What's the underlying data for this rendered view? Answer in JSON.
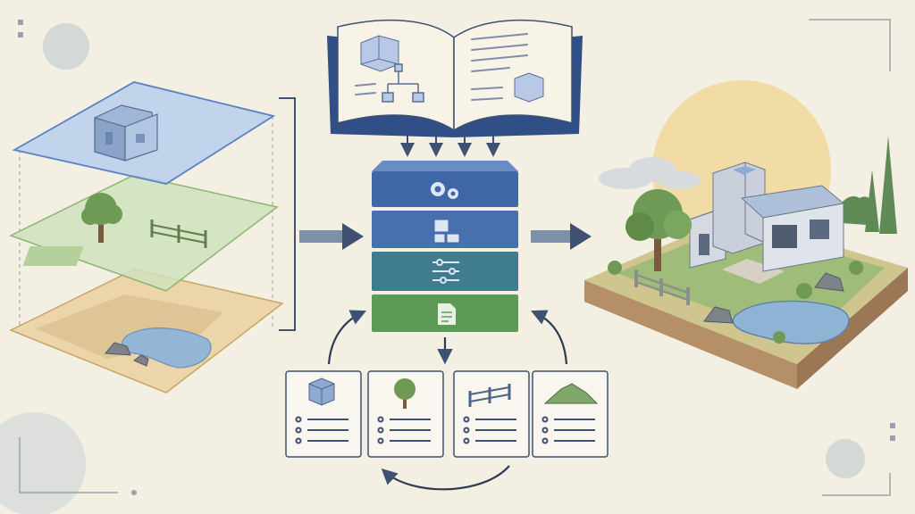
{
  "title": "",
  "colors": {
    "background": "#f3efe2",
    "ink": "#3f5170",
    "layer_top_blue": "#9db8dc",
    "layer_mid_green": "#b9d3a0",
    "layer_bottom_sand": "#e8cf9f",
    "stack_blue": "#3f67a8",
    "stack_teal": "#3f7c8e",
    "stack_green": "#5e9a57",
    "sun": "#f1dca6"
  },
  "layers": [
    {
      "id": "structure-layer",
      "icon": "building-icon"
    },
    {
      "id": "vegetation-layer",
      "icon": "tree-icon"
    },
    {
      "id": "terrain-layer",
      "icon": "pond-icon"
    }
  ],
  "book": {
    "icons": [
      "cube-icon",
      "hierarchy-icon",
      "panel-icon"
    ]
  },
  "stack_blocks": [
    {
      "id": "settings",
      "icon": "gears-icon"
    },
    {
      "id": "assembly",
      "icon": "blocks-icon"
    },
    {
      "id": "parameters",
      "icon": "sliders-icon"
    },
    {
      "id": "output",
      "icon": "document-icon"
    }
  ],
  "asset_cards": [
    {
      "id": "cube",
      "icon": "cube-icon"
    },
    {
      "id": "tree",
      "icon": "tree-icon"
    },
    {
      "id": "fence",
      "icon": "fence-icon"
    },
    {
      "id": "terrain",
      "icon": "mound-icon"
    }
  ],
  "result": {
    "icon": "isometric-scene"
  }
}
